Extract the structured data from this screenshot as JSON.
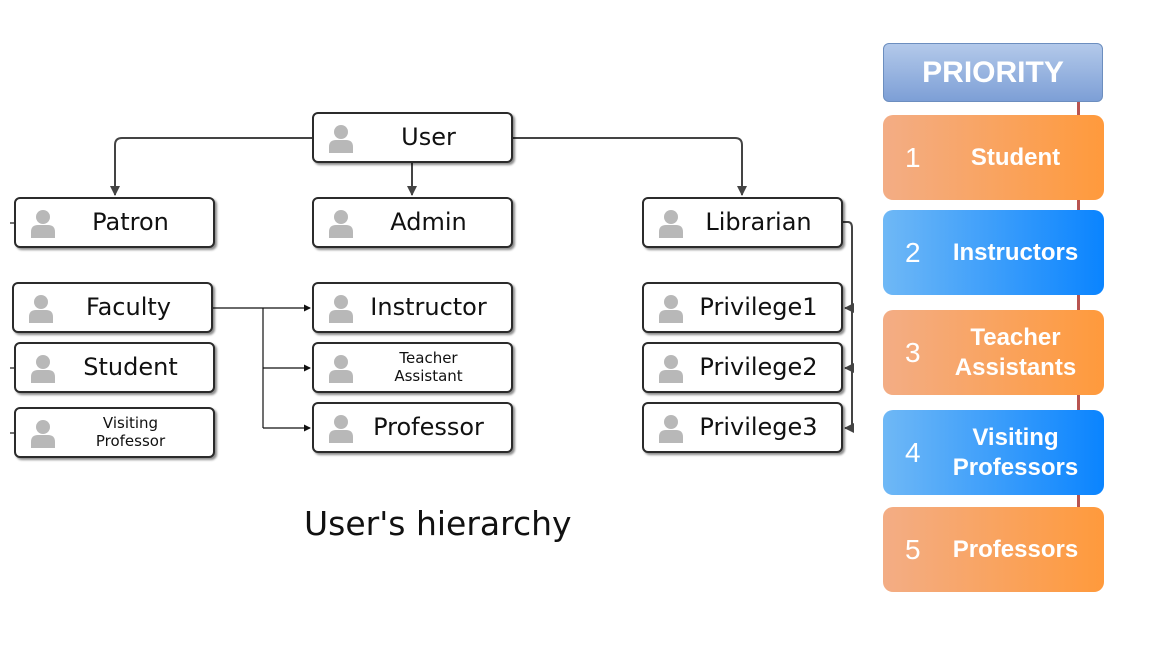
{
  "hierarchy": {
    "root": {
      "label": "User"
    },
    "patron": {
      "label": "Patron"
    },
    "admin": {
      "label": "Admin"
    },
    "librarian": {
      "label": "Librarian"
    },
    "faculty": {
      "label": "Faculty"
    },
    "student": {
      "label": "Student"
    },
    "visiting_professor": {
      "label": "Visiting\nProfessor"
    },
    "instructor": {
      "label": "Instructor"
    },
    "teacher_assistant": {
      "label": "Teacher\nAssistant"
    },
    "professor": {
      "label": "Professor"
    },
    "privilege1": {
      "label": "Privilege1"
    },
    "privilege2": {
      "label": "Privilege2"
    },
    "privilege3": {
      "label": "Privilege3"
    },
    "caption": "User's hierarchy"
  },
  "priority": {
    "header": "PRIORITY",
    "items": [
      {
        "number": "1",
        "label": "Student",
        "color": "orange"
      },
      {
        "number": "2",
        "label": "Instructors",
        "color": "blue"
      },
      {
        "number": "3",
        "label": "Teacher\nAssistants",
        "color": "orange"
      },
      {
        "number": "4",
        "label": "Visiting\nProfessors",
        "color": "blue"
      },
      {
        "number": "5",
        "label": "Professors",
        "color": "orange"
      }
    ]
  },
  "colors": {
    "orange_start": "#f3ad85",
    "orange_end": "#ff9a3c",
    "blue_start": "#6fb8f6",
    "blue_end": "#0a84ff",
    "header_start": "#b3c9ea",
    "header_end": "#7d9fd6",
    "spine": "#b85450",
    "person_icon": "#b8b8b8"
  }
}
